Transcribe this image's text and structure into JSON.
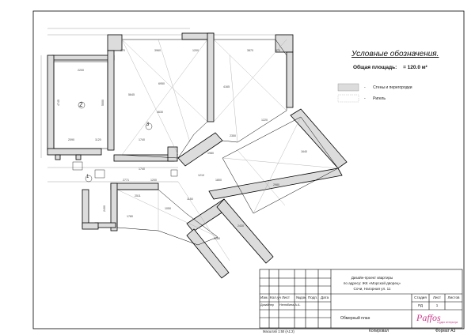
{
  "legend": {
    "title": "Условные обозначения.",
    "area_label": "Общая площадь:",
    "area_value": "= 120.0 м²",
    "items": [
      {
        "label": "Стены и перегородки",
        "swatch": "#dcdcdc"
      },
      {
        "label": "Ригель",
        "swatch": "#ffffff"
      }
    ],
    "dash": "-"
  },
  "rooms": [
    "1",
    "2",
    "3"
  ],
  "dimensions": [
    "2200",
    "4745",
    "5000",
    "2090",
    "1120",
    "970",
    "3960",
    "1200",
    "3870",
    "970",
    "6950",
    "5645",
    "4630",
    "1740",
    "1740",
    "2771",
    "1200",
    "2511",
    "2400",
    "1780",
    "4165",
    "1220",
    "2350",
    "1980",
    "1210",
    "1800",
    "2980",
    "2430",
    "3080",
    "1050",
    "1150",
    "1640"
  ],
  "title_block": {
    "project_line1": "Дизайн-проект квартиры",
    "project_line2": "по адресу: ЖК «Морской дворец»",
    "project_line3": "Сочи, Нагорная ул. 11",
    "sheet_title": "Обмерный план",
    "author_role": "Дизайнер",
    "author_name": "Нелюбина А.А.",
    "stage_label": "Стадия",
    "sheet_label": "Лист",
    "sheets_label": "Листов",
    "stage_value": "РД",
    "sheet_value": "1",
    "sheets_value": "",
    "header_cells": [
      "Изм.",
      "Кол.уч",
      "Лист",
      "№док.",
      "Подп.",
      "Дата"
    ],
    "logo_text": "Paffos",
    "logo_sub": "студия интерьера"
  },
  "footer": {
    "scale": "Масштаб 1:50 (А1:2)",
    "copied": "Копировал",
    "format": "Формат А3"
  },
  "colors": {
    "wall": "#dcdcdc",
    "line": "#000000",
    "logo": "#c93c8c"
  }
}
